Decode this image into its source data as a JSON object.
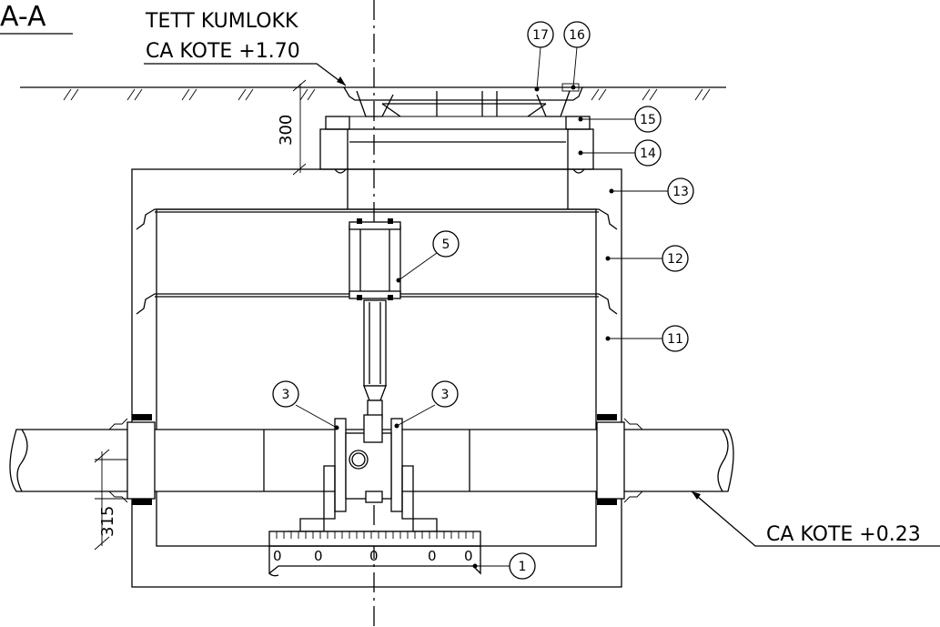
{
  "section_title": "A-A",
  "lid_label_line1": "TETT KUMLOKK",
  "lid_label_line2": "CA KOTE +1.70",
  "pipe_label": "CA KOTE +0.23",
  "dim_top": "300",
  "dim_bottom": "315",
  "callouts": {
    "c1": "1",
    "c3_left": "3",
    "c3_right": "3",
    "c5": "5",
    "c11": "11",
    "c12": "12",
    "c13": "13",
    "c14": "14",
    "c15": "15",
    "c16": "16",
    "c17": "17"
  },
  "base_marks": [
    "0",
    "0",
    "0",
    "0",
    "0"
  ]
}
